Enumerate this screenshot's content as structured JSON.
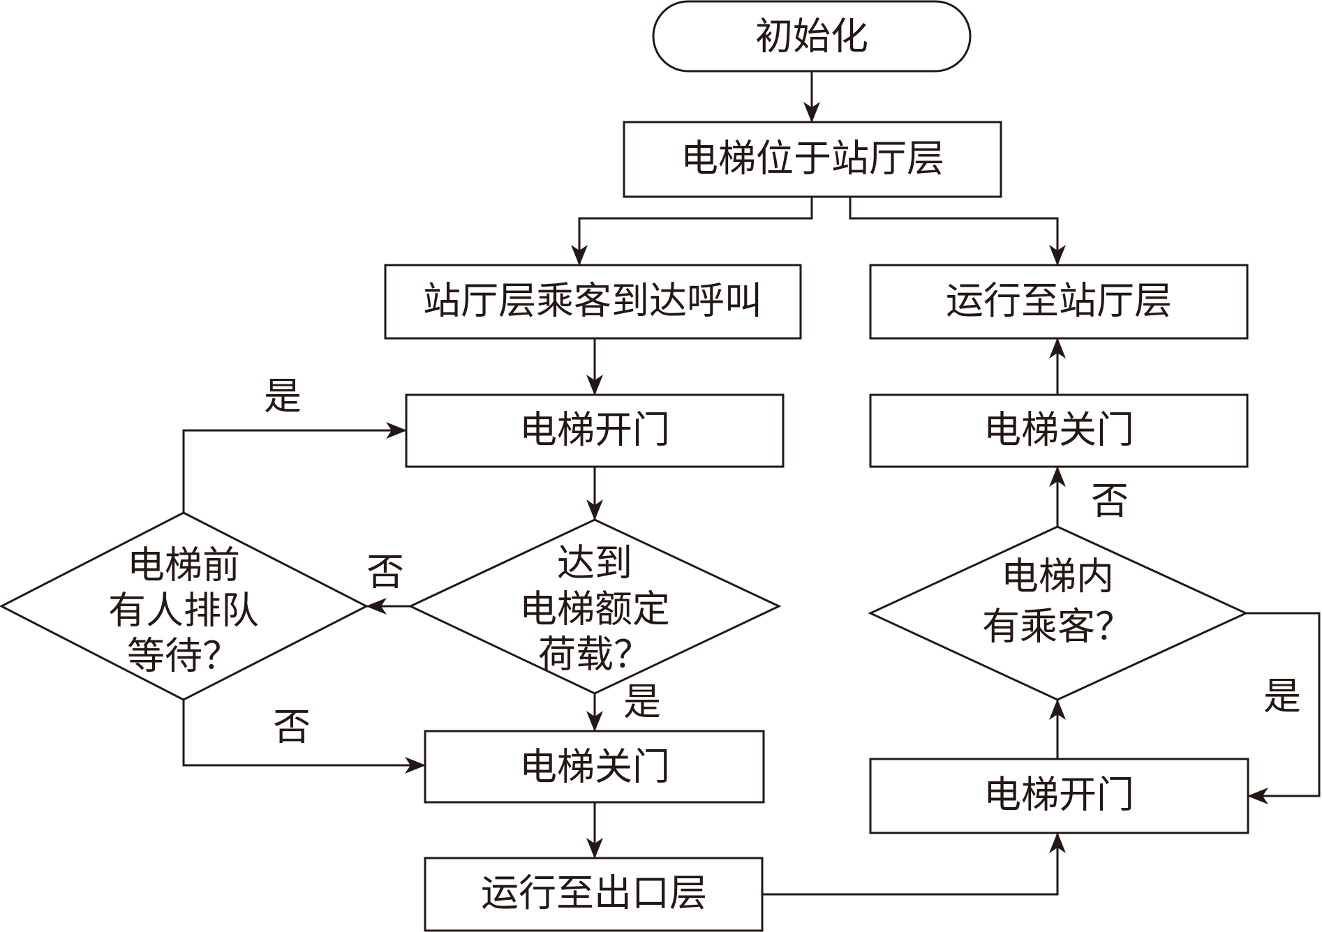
{
  "colors": {
    "ink": "#231815",
    "background": "#ffffff"
  },
  "nodes": {
    "init": "初始化",
    "at_lobby": "电梯位于站厅层",
    "passenger_call": "站厅层乘客到达呼叫",
    "door_open_1": "电梯开门",
    "rated_load_q": [
      "达到",
      "电梯额定",
      "荷载？"
    ],
    "queue_q": [
      "电梯前",
      "有人排队",
      "等待？"
    ],
    "door_close_1": "电梯关门",
    "to_exit_floor": "运行至出口层",
    "return_lobby": "运行至站厅层",
    "door_close_2": "电梯关门",
    "passengers_inside_q": [
      "电梯内",
      "有乘客？"
    ],
    "door_open_2": "电梯开门"
  },
  "edge_labels": {
    "queue_yes": "是",
    "load_no": "否",
    "queue_no": "否",
    "load_yes": "是",
    "inside_no": "否",
    "inside_yes": "是"
  }
}
